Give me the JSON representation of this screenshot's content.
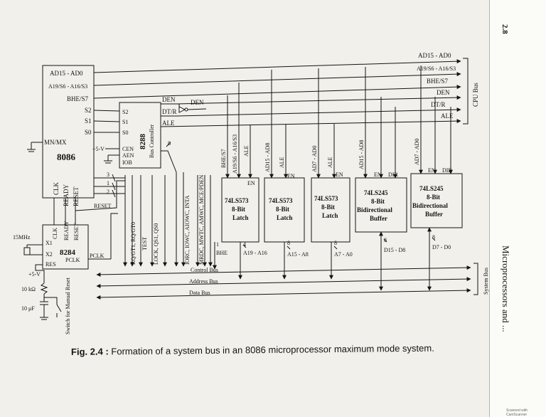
{
  "page_number": "2.8",
  "side_title": "Microprocessors and ...",
  "caption": {
    "label": "Fig. 2.4 :",
    "text": " Formation of a system bus in an 8086 microprocessor maximum mode system."
  },
  "watermark": "Scanned with CamScanner",
  "cpu_bus": {
    "title": "CPU Bus",
    "lines": [
      "AD15 - AD0",
      "A19/S6 - A16/S3",
      "BHE/S7",
      "DEN",
      "DT/R",
      "ALE"
    ]
  },
  "system_bus": {
    "title": "System Bus",
    "lines": [
      "Control Bus",
      "Address Bus",
      "Data Bus"
    ]
  },
  "cpu": {
    "name": "8086",
    "pins_left": [
      "MN/MX"
    ],
    "pins_right": [
      "AD15 - AD0",
      "A19/S6 - A16/S3",
      "BHE/S7",
      "S2",
      "S1",
      "S0"
    ],
    "pins_bottom": [
      "CLK",
      "READY",
      "RESET"
    ]
  },
  "bus_controller": {
    "name": "8288",
    "subtitle": "Bus Controller",
    "pins_in": [
      "S2",
      "S1",
      "S0",
      "CEN",
      "AEN",
      "IOB"
    ],
    "pins_out": [
      "DEN",
      "DT/R",
      "ALE"
    ],
    "supply": "+5-V",
    "outputs_label": "8"
  },
  "clock_gen": {
    "name": "8284",
    "crystal": "15MHz",
    "pins": [
      "X1",
      "X2",
      "RES",
      "CLK",
      "READY",
      "RESET",
      "PCLK"
    ],
    "supply": "+5-V",
    "resistor": "10 kΩ",
    "capacitor": "10 μF",
    "switch_label": "Switch for Manual Reset"
  },
  "signals": {
    "reset": "RESET",
    "pclk": "PCLK",
    "bus_lines": [
      "3",
      "1",
      "2"
    ],
    "control_groups": [
      "RQ/GT1, RQ/GT0",
      "TEST",
      "LOCK, QS1, QS0",
      "IORC, IOWC, AIOWC, INTA",
      "MRDC, MWTC, AMWC, MCE/PDEN"
    ],
    "cpu_taps": [
      "BHE/S7",
      "A19/S6 - A16/S3",
      "ALE",
      "AD15 - AD8",
      "ALE",
      "AD7 - AD0",
      "ALE",
      "AD15 - AD8",
      "AD7 - AD0"
    ],
    "den_out": "DEN",
    "bhe": "BHE",
    "bhe_count": "1"
  },
  "chips": [
    {
      "name": "74LS573",
      "line2": "8-Bit",
      "line3": "Latch",
      "enable": "EN",
      "out": "A19 - A16",
      "count": "4"
    },
    {
      "name": "74LS573",
      "line2": "8-Bit",
      "line3": "Latch",
      "enable": "EN",
      "out": "A15 - A8",
      "count": "8"
    },
    {
      "name": "74LS573",
      "line2": "8-Bit",
      "line3": "Latch",
      "enable": "EN",
      "out": "A7 - A0",
      "count": "8"
    },
    {
      "name": "74LS245",
      "line2": "8-Bit",
      "line3": "Bidirectional",
      "line4": "Buffer",
      "enable": "EN",
      "dir": "DIR",
      "out": "D15 - D8",
      "count": "8"
    },
    {
      "name": "74LS245",
      "line2": "8-Bit",
      "line3": "Bidirectional",
      "line4": "Buffer",
      "enable": "EN",
      "dir": "DIR",
      "out": "D7 - D0",
      "count": "8"
    }
  ],
  "colors": {
    "ink": "#141414",
    "paper": "#f1f0ea",
    "margin": "#fbfbf8"
  }
}
